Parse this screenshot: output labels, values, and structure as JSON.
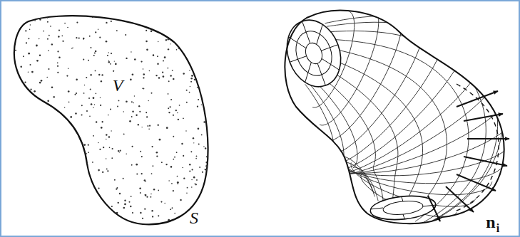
{
  "diagram": {
    "labels": [
      "V",
      "S",
      "n",
      "i"
    ]
  }
}
